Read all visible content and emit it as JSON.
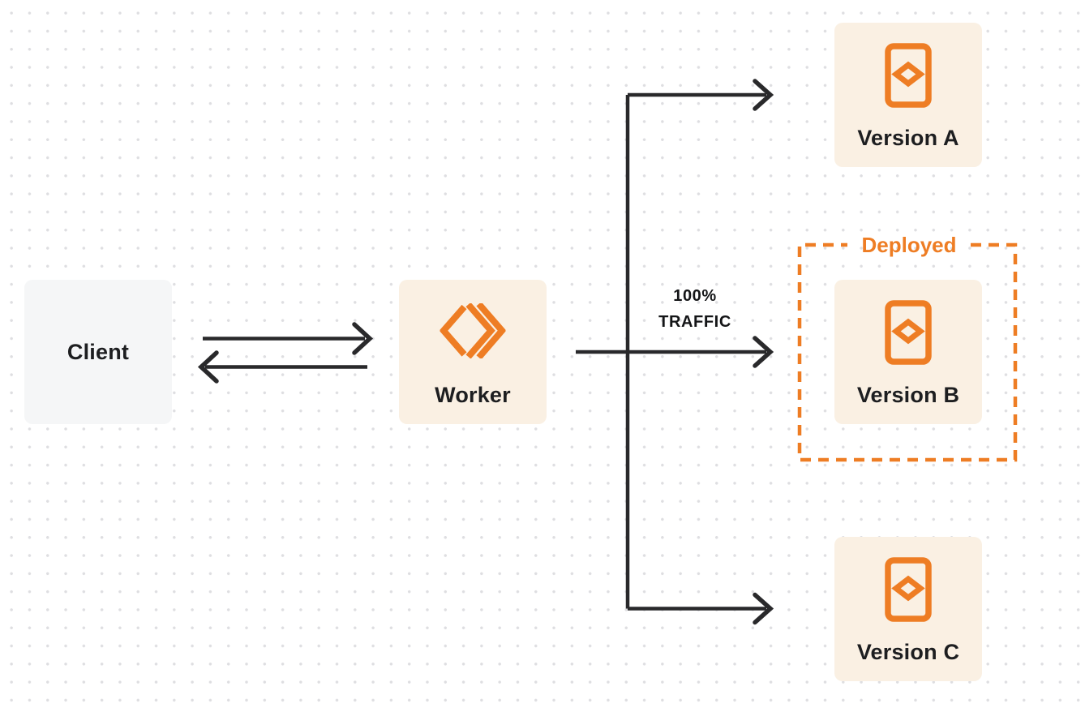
{
  "diagram": {
    "client": {
      "label": "Client"
    },
    "worker": {
      "label": "Worker"
    },
    "traffic_label": {
      "line1": "100%",
      "line2": "TRAFFIC"
    },
    "deployed_badge": {
      "label": "Deployed"
    },
    "versions": [
      {
        "label": "Version A",
        "deployed": false
      },
      {
        "label": "Version B",
        "deployed": true
      },
      {
        "label": "Version C",
        "deployed": false
      }
    ],
    "edges": [
      {
        "from": "Client",
        "to": "Worker",
        "style": "arrow"
      },
      {
        "from": "Worker",
        "to": "Client",
        "style": "arrow"
      },
      {
        "from": "Worker",
        "to": "Version A",
        "style": "arrow"
      },
      {
        "from": "Worker",
        "to": "Version B",
        "style": "arrow",
        "label": "100% TRAFFIC"
      },
      {
        "from": "Worker",
        "to": "Version C",
        "style": "arrow"
      }
    ]
  },
  "icons": {
    "worker": "workers-double-chevron-icon",
    "version": "code-file-icon"
  },
  "colors": {
    "accent-orange": "#ee7d24",
    "cream": "#faf0e3",
    "client-gray": "#f5f6f7",
    "arrow-dark": "#29292b",
    "text-dark": "#1d1e20",
    "traffic-text": "#141517",
    "dot-gray": "#dedee1",
    "background": "#ffffff"
  }
}
